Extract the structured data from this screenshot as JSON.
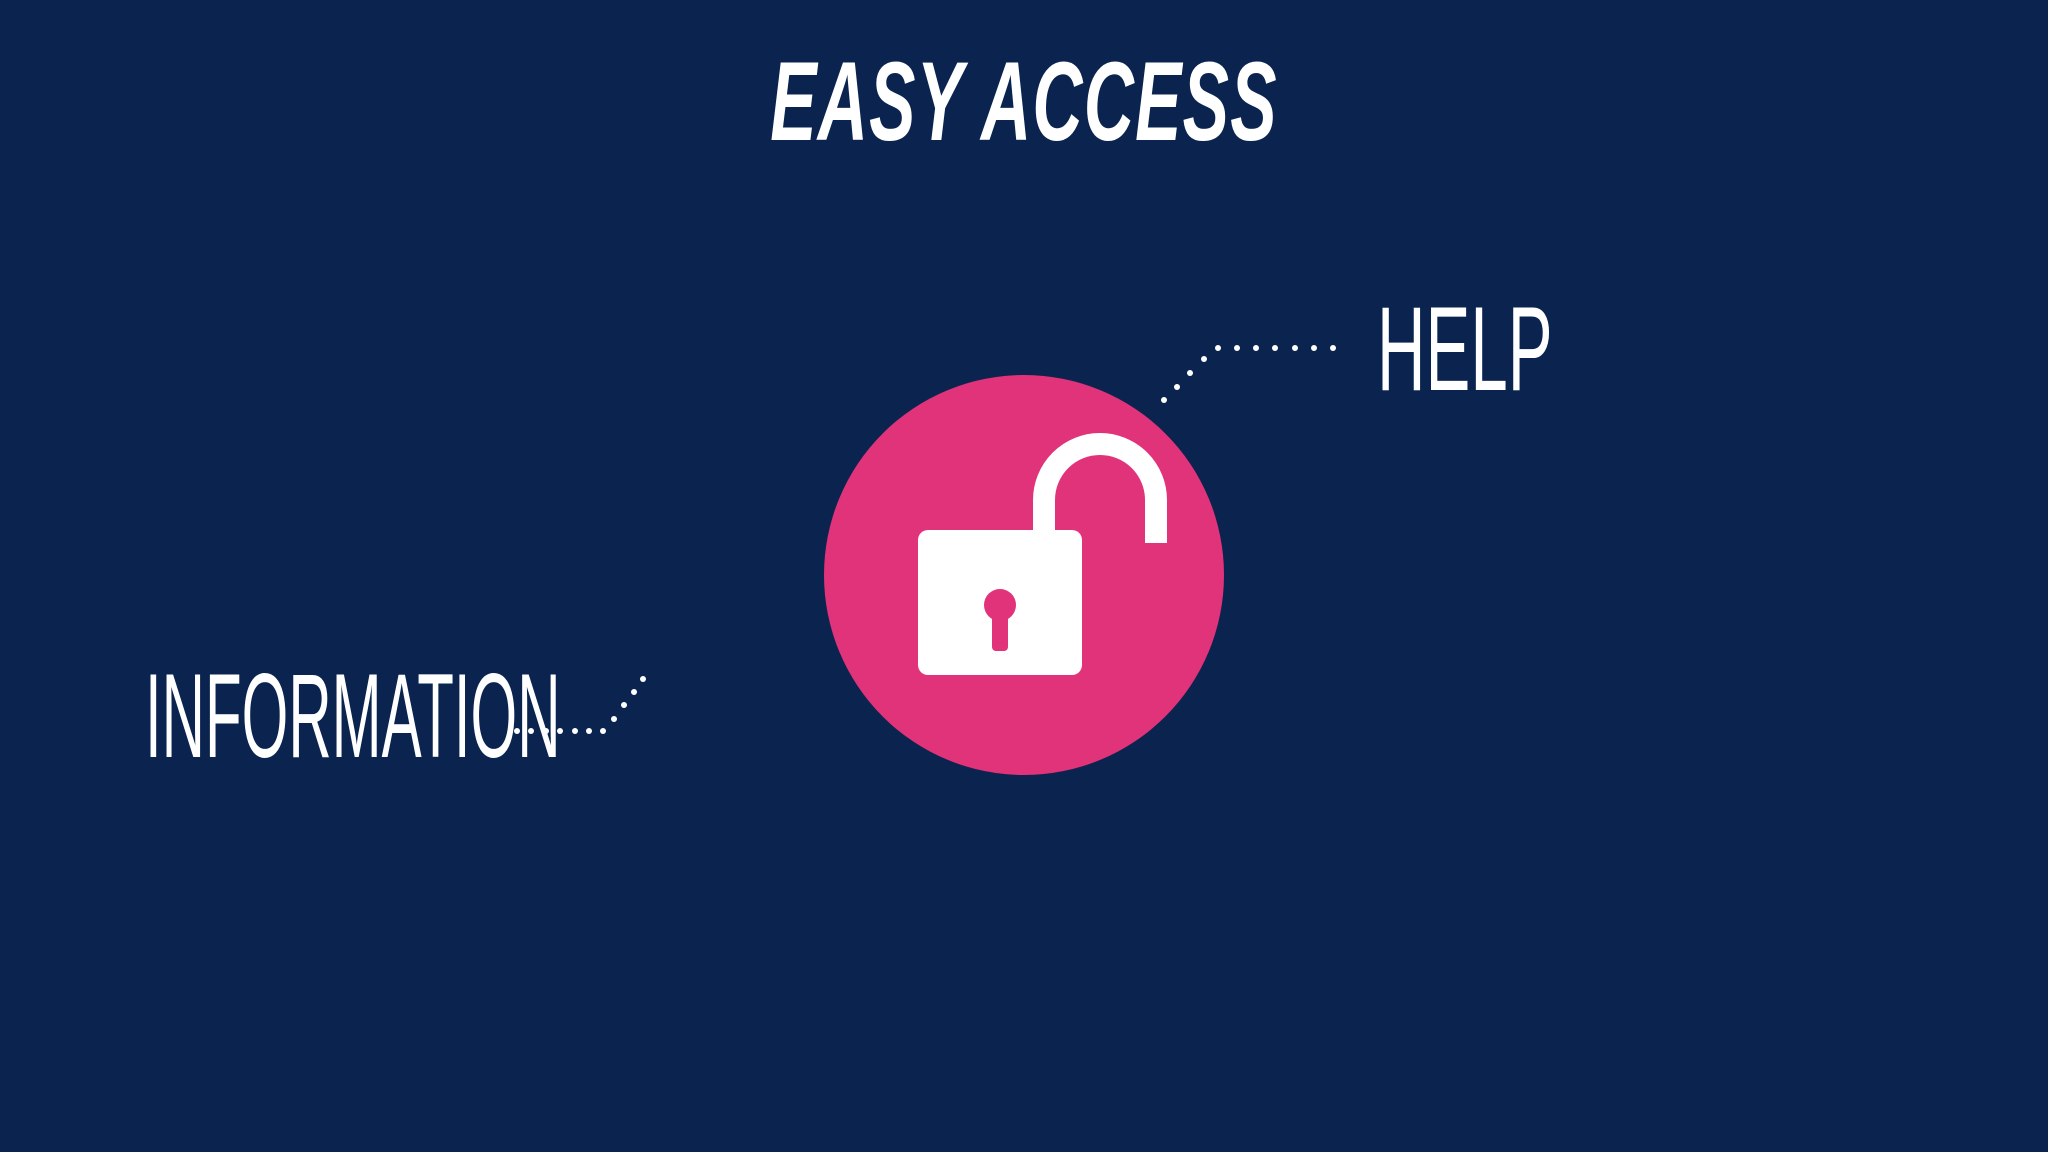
{
  "slide": {
    "title": "EASY ACCESS",
    "labels": {
      "help": "HELP",
      "information": "INFORMATION"
    },
    "icon": "unlocked-padlock-icon",
    "colors": {
      "background": "#0b244f",
      "accent": "#e0337a",
      "text": "#ffffff"
    }
  }
}
